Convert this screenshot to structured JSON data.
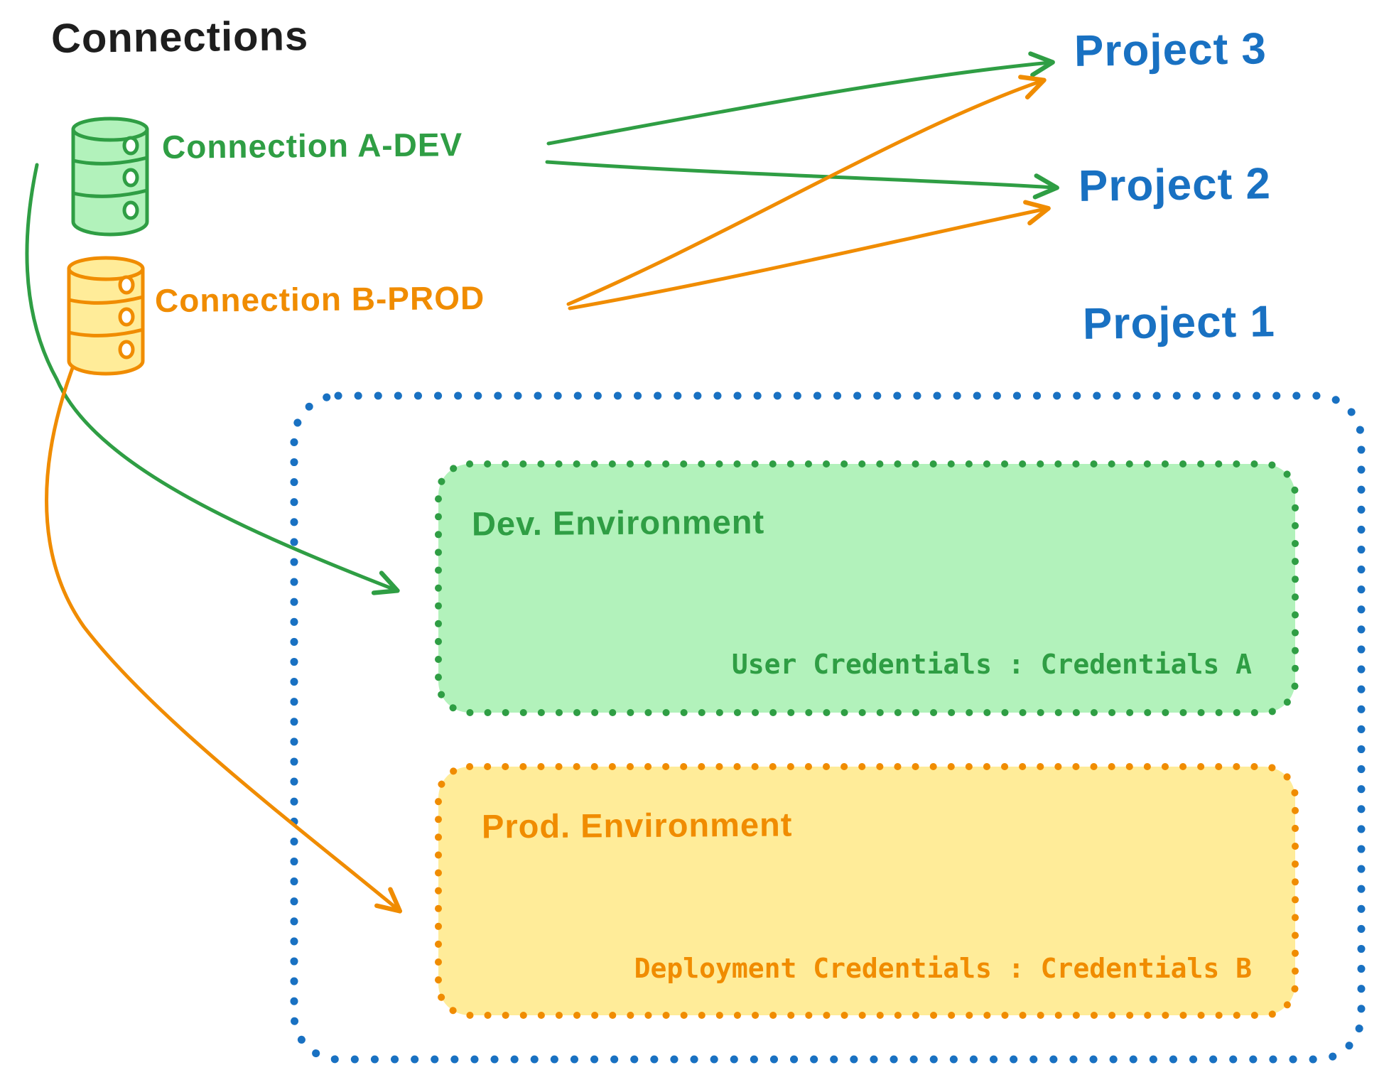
{
  "diagram": {
    "title": "Connections",
    "connections": [
      {
        "id": "connection-a-dev",
        "label": "Connection A-DEV",
        "color": "#2f9e44"
      },
      {
        "id": "connection-b-prod",
        "label": "Connection B-PROD",
        "color": "#f08c00"
      }
    ],
    "projects": [
      {
        "id": "project-3",
        "label": "Project 3"
      },
      {
        "id": "project-2",
        "label": "Project 2"
      },
      {
        "id": "project-1",
        "label": "Project 1"
      }
    ],
    "project1": {
      "dev_environment": {
        "title": "Dev. Environment",
        "credentials": "User Credentials : Credentials A",
        "stroke": "#2f9e44",
        "fill": "#b2f2bb"
      },
      "prod_environment": {
        "title": "Prod. Environment",
        "credentials": "Deployment Credentials : Credentials B",
        "stroke": "#f08c00",
        "fill": "#ffec99"
      }
    },
    "edges": [
      {
        "from": "Connection A-DEV",
        "to": "Project 3",
        "color": "#2f9e44"
      },
      {
        "from": "Connection A-DEV",
        "to": "Project 2",
        "color": "#2f9e44"
      },
      {
        "from": "Connection B-PROD",
        "to": "Project 3",
        "color": "#f08c00"
      },
      {
        "from": "Connection B-PROD",
        "to": "Project 2",
        "color": "#f08c00"
      },
      {
        "from": "Connection A-DEV",
        "to": "Dev. Environment",
        "color": "#2f9e44"
      },
      {
        "from": "Connection B-PROD",
        "to": "Prod. Environment",
        "color": "#f08c00"
      }
    ],
    "colors": {
      "ink": "#1e1e1e",
      "green": "#2f9e44",
      "green_fill": "#b2f2bb",
      "orange": "#f08c00",
      "orange_fill": "#ffec99",
      "blue": "#1971c2"
    }
  }
}
